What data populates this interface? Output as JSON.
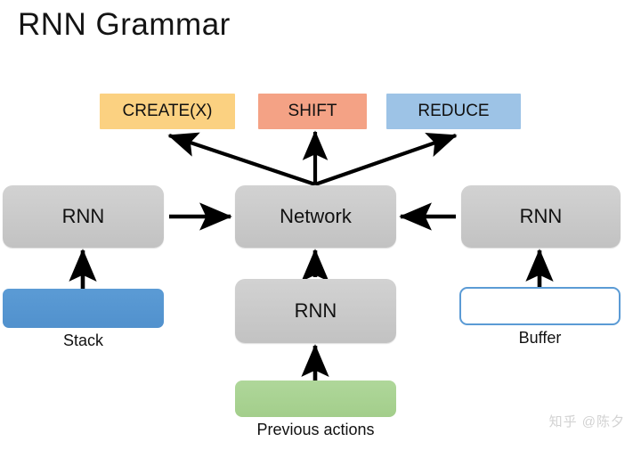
{
  "page": {
    "title": "RNN Grammar",
    "watermark": "知乎 @陈夕"
  },
  "colors": {
    "create": "#FBD181",
    "shift": "#F4A285",
    "reduce": "#9DC3E6",
    "grey_node": "#CBCBCB",
    "stack_blue": "#5B9BD5",
    "buffer_border": "#5B9BD5",
    "green": "#A9D18E",
    "arrow": "#000000",
    "watermark": "#D2D2D2"
  },
  "actions": [
    {
      "id": "create",
      "label": "CREATE(X)"
    },
    {
      "id": "shift",
      "label": "SHIFT"
    },
    {
      "id": "reduce",
      "label": "REDUCE"
    }
  ],
  "nodes": {
    "rnn_left": {
      "label": "RNN"
    },
    "network": {
      "label": "Network"
    },
    "rnn_right": {
      "label": "RNN"
    },
    "rnn_center": {
      "label": "RNN"
    },
    "stack": {
      "label": "",
      "caption": "Stack"
    },
    "buffer": {
      "label": "",
      "caption": "Buffer"
    },
    "previous_actions": {
      "label": "",
      "caption": "Previous actions"
    }
  },
  "edges": [
    {
      "from": "rnn_left",
      "to": "network",
      "kind": "arrow-right"
    },
    {
      "from": "rnn_right",
      "to": "network",
      "kind": "arrow-left"
    },
    {
      "from": "rnn_center",
      "to": "network",
      "kind": "arrow-up"
    },
    {
      "from": "stack",
      "to": "rnn_left",
      "kind": "arrow-up"
    },
    {
      "from": "buffer",
      "to": "rnn_right",
      "kind": "arrow-up"
    },
    {
      "from": "previous_actions",
      "to": "rnn_center",
      "kind": "arrow-up"
    },
    {
      "from": "network",
      "to": "create",
      "kind": "arrow-up-left"
    },
    {
      "from": "network",
      "to": "shift",
      "kind": "arrow-up"
    },
    {
      "from": "network",
      "to": "reduce",
      "kind": "arrow-up-right"
    }
  ]
}
